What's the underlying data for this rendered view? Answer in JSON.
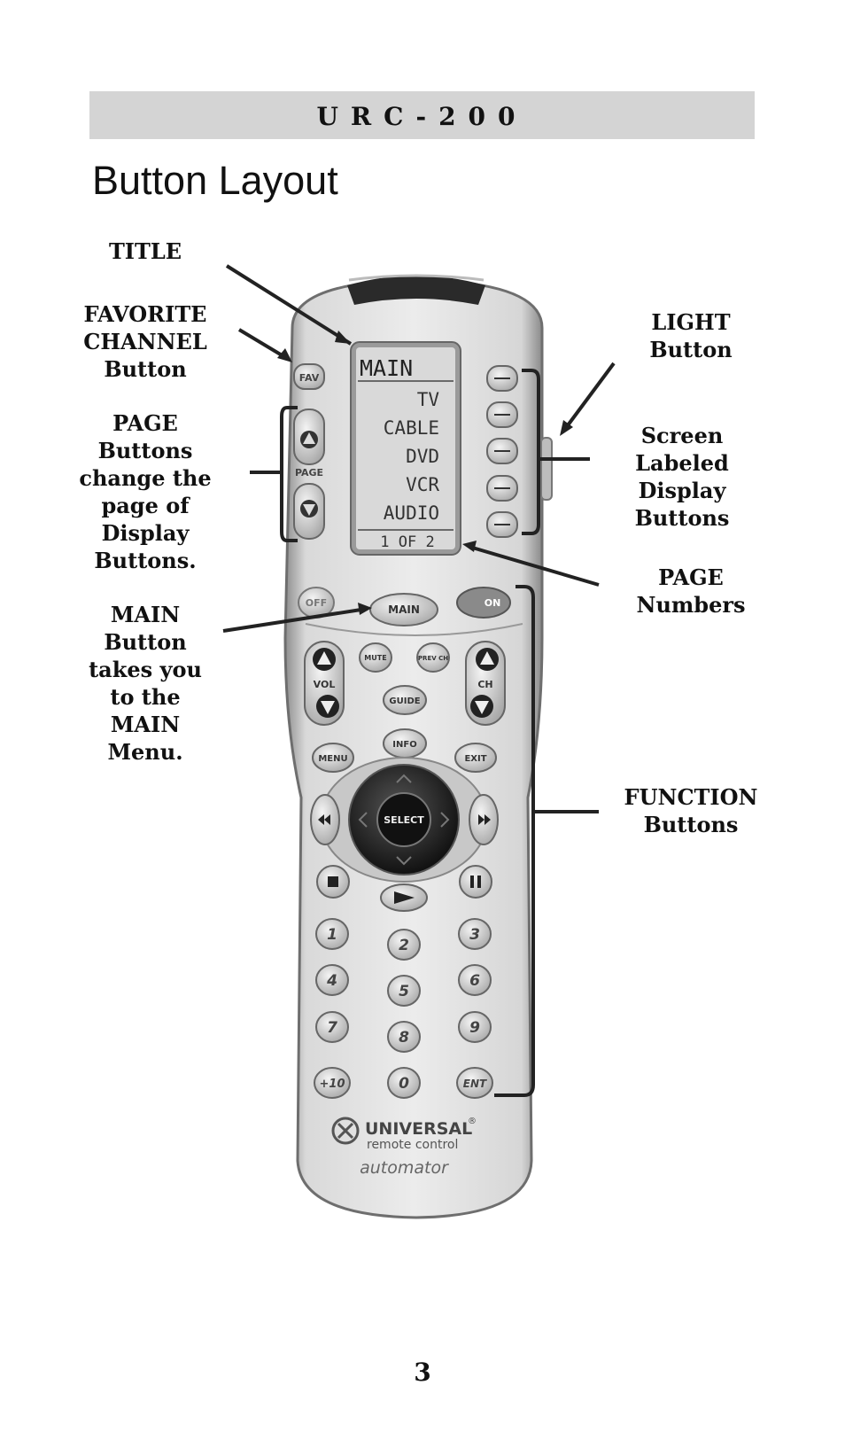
{
  "header": {
    "model": "URC-200"
  },
  "page_title": "Button Layout",
  "callouts": {
    "title": "TITLE",
    "favorite_channel": "FAVORITE\nCHANNEL\nButton",
    "page_buttons": "PAGE\nButtons\nchange the\npage of\nDisplay\nButtons.",
    "main_button": "MAIN\nButton\ntakes you\nto the\nMAIN\nMenu.",
    "light_button": "LIGHT\nButton",
    "screen_labeled": "Screen\nLabeled\nDisplay\nButtons",
    "page_numbers": "PAGE\nNumbers",
    "function_buttons": "FUNCTION\nButtons"
  },
  "remote": {
    "screen": {
      "title": "MAIN",
      "items": [
        "TV",
        "CABLE",
        "DVD",
        "VCR",
        "AUDIO"
      ],
      "page_indicator": "1 OF 2"
    },
    "buttons": {
      "fav": "FAV",
      "page": "PAGE",
      "off": "OFF",
      "main": "MAIN",
      "on": "ON",
      "mute": "MUTE",
      "prev_ch": "PREV CH",
      "vol": "VOL",
      "ch": "CH",
      "guide": "GUIDE",
      "info": "INFO",
      "menu": "MENU",
      "exit": "EXIT",
      "select": "SELECT",
      "plus10": "+10",
      "ent": "ENT",
      "digits": [
        "1",
        "2",
        "3",
        "4",
        "5",
        "6",
        "7",
        "8",
        "9",
        "0"
      ]
    },
    "brand": {
      "name": "UNIVERSAL",
      "registered": "®",
      "tagline": "remote control",
      "model_name": "automator"
    }
  },
  "page_number": "3"
}
